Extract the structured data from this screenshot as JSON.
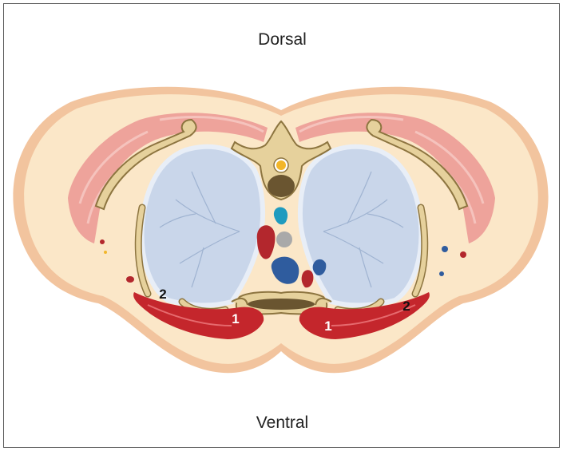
{
  "orientation": {
    "top": "Dorsal",
    "bottom": "Ventral"
  },
  "labels": {
    "muscle_1_left": "1",
    "muscle_1_right": "1",
    "muscle_2_left": "2",
    "muscle_2_right": "2"
  },
  "colors": {
    "skin": "#f2c49e",
    "fat": "#fbe7c8",
    "muscle": "#eea39b",
    "muscle_stripe": "#f5c3bd",
    "bone": "#e6d19c",
    "bone_outline": "#8d7540",
    "lung": "#c9d6ea",
    "lung_outline": "#e8eef7",
    "pectoral_muscle": "#c4262c",
    "artery": "#b3272d",
    "vein": "#2f5c9e",
    "airway": "#1f9bbf",
    "spinal_cord": "#f2b62a"
  }
}
